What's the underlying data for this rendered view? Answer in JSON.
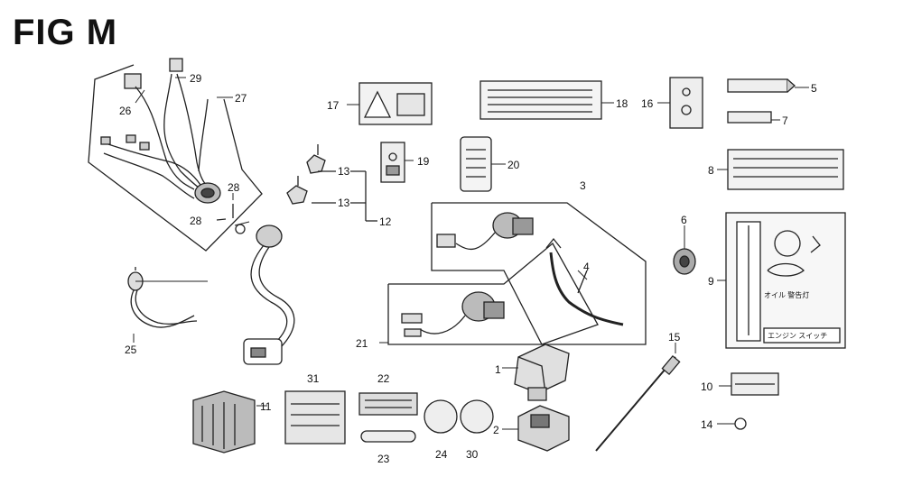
{
  "title": "FIG M",
  "callouts": {
    "c1": "1",
    "c2": "2",
    "c3": "3",
    "c4": "4",
    "c5": "5",
    "c6": "6",
    "c7": "7",
    "c8": "8",
    "c9": "9",
    "c10": "10",
    "c11": "11",
    "c12": "12",
    "c13a": "13",
    "c13b": "13",
    "c14": "14",
    "c15": "15",
    "c16": "16",
    "c17": "17",
    "c18": "18",
    "c19": "19",
    "c20": "20",
    "c21": "21",
    "c22": "22",
    "c23": "23",
    "c24": "24",
    "c25": "25",
    "c26": "26",
    "c27": "27",
    "c28a": "28",
    "c28b": "28",
    "c29": "29",
    "c30": "30",
    "c31": "31"
  },
  "label_text": {
    "oil_label": "オイル 警告灯",
    "engine_switch": "エンジン スイッチ"
  }
}
